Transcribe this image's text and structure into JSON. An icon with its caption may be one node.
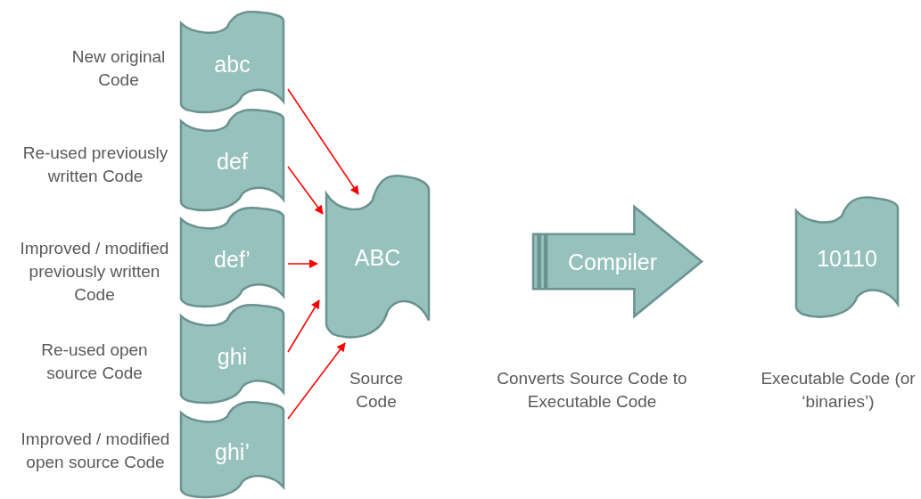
{
  "diagram": {
    "nodes": [
      {
        "text": [
          "abc"
        ],
        "beside": [
          "New original Code"
        ]
      },
      {
        "text": [
          "def"
        ],
        "beside": [
          "Re-used previously written Code"
        ]
      },
      {
        "text": [
          "def’"
        ],
        "beside": [
          "Improved / modified previously written Code"
        ]
      },
      {
        "text": [
          "ghi"
        ],
        "beside": [
          "Re-used open source Code"
        ]
      },
      {
        "text": [
          "ghi’"
        ],
        "beside": [
          "Improved / modified open source Code"
        ]
      },
      {
        "text": [
          "ABC"
        ],
        "beside": [
          "Source Code"
        ]
      },
      {
        "text": [
          "Compiler"
        ],
        "beside": [
          "Converts Source Code to Executable Code"
        ]
      },
      {
        "text": [
          "10110"
        ],
        "beside": [
          "Executable Code (or ‘binaries’)"
        ]
      }
    ],
    "edges": [
      {
        "from": 0,
        "to": 5,
        "arrow": "to"
      },
      {
        "from": 1,
        "to": 5,
        "arrow": "to"
      },
      {
        "from": 2,
        "to": 5,
        "arrow": "to"
      },
      {
        "from": 3,
        "to": 5,
        "arrow": "to"
      },
      {
        "from": 4,
        "to": 5,
        "arrow": "to"
      }
    ]
  }
}
